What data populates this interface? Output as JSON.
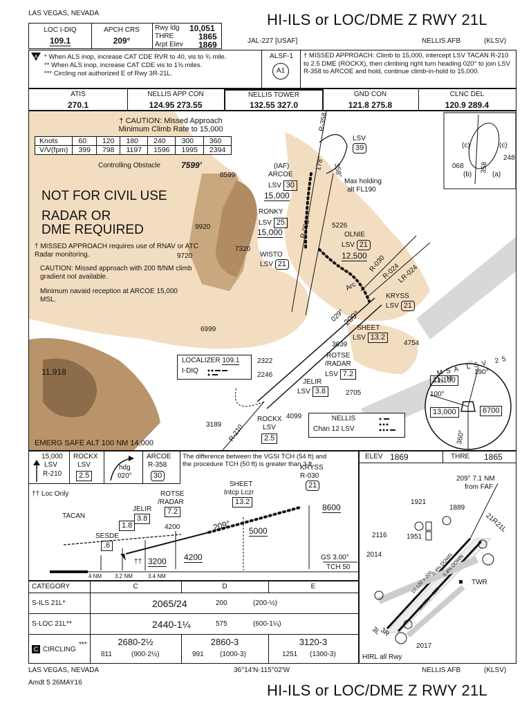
{
  "header": {
    "location": "LAS VEGAS, NEVADA",
    "title": "HI-ILS or LOC/DME Z RWY 21L",
    "chart_id": "JAL-227 [USAF]",
    "airport": "NELLIS AFB",
    "airport_code": "(KLSV)"
  },
  "briefing": {
    "loc_label": "LOC I-DIQ",
    "loc_freq": "109.1",
    "apch_crs_label": "APCH CRS",
    "apch_crs": "209°",
    "rwy_ldg_label": "Rwy ldg",
    "rwy_ldg": "10,051",
    "thre_label": "THRE",
    "thre": "1865",
    "arpt_elev_label": "Arpt Elev",
    "arpt_elev": "1869"
  },
  "notes": {
    "note1": "* When ALS inop, increase CAT CDE RVR to 40, vis to ¾ mile.",
    "note2": "** When ALS inop, increase CAT CDE vis to 1⅝ miles.",
    "note3": "*** Circling not authorized E of Rwy 3R-21L.",
    "alsf": "ALSF-1",
    "alsf_badge": "A1",
    "missed_approach": "† MISSED APPROACH: Climb to 15,000, intercept LSV TACAN R-210 to 2.5 DME (ROCKX), then climbing right turn heading 020° to join LSV R-358 to ARCOE and hold, continue climb-in-hold to 15,000."
  },
  "comms": [
    {
      "label": "ATIS",
      "freq": "270.1"
    },
    {
      "label": "NELLIS APP CON",
      "freq": "124.95  273.55"
    },
    {
      "label": "NELLIS TOWER",
      "freq": "132.55  327.0"
    },
    {
      "label": "GND CON",
      "freq": "121.8  275.8"
    },
    {
      "label": "CLNC DEL",
      "freq": "120.9  289.4"
    }
  ],
  "plan": {
    "caution_title": "† CAUTION: Missed Approach",
    "caution_sub": "Minimum Climb Rate to 15,000",
    "climb_table": {
      "row_labels": [
        "Knots",
        "V/V(fpm)"
      ],
      "knots": [
        "60",
        "120",
        "180",
        "240",
        "300",
        "360"
      ],
      "fpm": [
        "399",
        "798",
        "1197",
        "1596",
        "1995",
        "2394"
      ]
    },
    "obstacle_label": "Controlling Obstacle",
    "obstacle_value": "7599'",
    "not_civil": "NOT FOR CIVIL USE",
    "radar1": "RADAR OR",
    "radar2": "DME REQUIRED",
    "ma_note": "† MISSED APPROACH requires use of RNAV or ATC Radar monitoring.",
    "caution_note": "CAUTION: Missed approach with 200 ft/NM climb gradient not available.",
    "navaid_note": "Minimum navaid reception at ARCOE 15,000 MSL.",
    "emerg_safe": "EMERG SAFE ALT 100 NM 14,000",
    "elevations": [
      "8599",
      "9920",
      "9720",
      "7320",
      "5226",
      "6999",
      "11,918",
      "4754",
      "3639",
      "2322",
      "2246",
      "2705",
      "4099",
      "3189"
    ],
    "fixes": {
      "iaf": "(IAF)",
      "arcoe": "ARCOE",
      "arcoe_dme": "30",
      "arcoe_alt": "15,000",
      "ronky": "RONKY",
      "ronky_dme": "25",
      "ronky_alt": "15,000",
      "olnie": "OLNIE",
      "olnie_dme": "21",
      "olnie_alt": "12,500",
      "wisto": "WISTO",
      "wisto_dme": "21",
      "kryss": "KRYSS",
      "kryss_dme": "21",
      "sheet": "SHEET",
      "sheet_dme": "13.2",
      "rotse": "ROTSE",
      "radar": "/RADAR",
      "rotse_dme": "7.2",
      "jelir": "JELIR",
      "jelir_dme": "3.8",
      "rockx": "ROCKX",
      "rockx_dme": "2.5",
      "lsv": "LSV",
      "lsv_39": "39",
      "lsv_21": "21"
    },
    "hold_note1": "Max holding",
    "hold_note2": "alt FL190",
    "radials": [
      "R-358",
      "178°",
      "358°",
      "R-003",
      "R-024",
      "R-030",
      "LR-024",
      "029°",
      "209°",
      "Arc",
      "R-210"
    ],
    "localizer_label": "LOCALIZER",
    "localizer_freq": "109.1",
    "localizer_id": "I-DIQ",
    "nellis_label": "NELLIS",
    "nellis_chan": "Chan 12  LSV",
    "msa_label": "MSA LSV 25 NM",
    "msa_values": [
      "11,100",
      "6700",
      "13,000"
    ],
    "msa_radials": [
      "190°",
      "100°",
      "360°"
    ],
    "inset": {
      "a": "(a)",
      "b": "(b)",
      "c1": "(c)",
      "c2": "(c)",
      "r068": "068",
      "r248": "248",
      "r358": "358"
    }
  },
  "profile": {
    "ma_alt": "15,000",
    "ma_rockx": "ROCKX",
    "ma_lsv": "LSV",
    "ma_radial": "R-210",
    "ma_rockx_dme": "2.5",
    "ma_hdg": "hdg",
    "ma_hdg_val": "020°",
    "ma_arcoe": "ARCOE",
    "ma_arcoe_radial": "R-358",
    "ma_arcoe_dme": "30",
    "vgsi_note": "The difference between the VGSI TCH (54 ft) and the procedure TCH (50 ft) is greater than 3 ft.",
    "loc_only": "†† Loc Only",
    "tacan": "TACAN",
    "sesde": "SESDE",
    "sesde_dme": ".6",
    "jelir": "JELIR",
    "jelir_dme": "3.8",
    "dme_18": "1.8",
    "rotse": "ROTSE",
    "radar": "/RADAR",
    "rotse_dme": "7.2",
    "alt_4200_top": "4200",
    "sheet": "SHEET",
    "intcp": "Intcp Lczr",
    "sheet_dme": "13.2",
    "kryss": "KRYSS",
    "kryss_radial": "R-030",
    "kryss_dme": "21",
    "alt_8600": "8600",
    "alt_5000": "5000",
    "alt_4200": "4200",
    "alt_3200": "3200",
    "crs": "209°",
    "gs": "GS 3.00°",
    "tch": "TCH 50",
    "dist": [
      "4 NM",
      "3.2 NM",
      "3.4 NM"
    ],
    "dagger": "††"
  },
  "airport_diagram": {
    "elev_label": "ELEV",
    "elev": "1869",
    "thre_label": "THRE",
    "thre": "1865",
    "faf_note1": "209° 7.1 NM",
    "faf_note2": "from FAF",
    "rwy_21r": "21R",
    "rwy_21l": "21L",
    "rwy_3l": "3L",
    "rwy_3r": "3R",
    "obstacles": [
      "1921",
      "1889",
      "2116",
      "1951",
      "2014",
      "2017"
    ],
    "twr": "TWR",
    "hirl": "HIRL all Rwy",
    "dims1": "10,120 × 200",
    "dims2": "10,051 × 150",
    "down1": "0.4% DOWN",
    "down2": "0.4% DOWN"
  },
  "minimums": {
    "headers": [
      "CATEGORY",
      "C",
      "D",
      "E"
    ],
    "rows": [
      {
        "label": "S-ILS 21L*",
        "cde": "2065/24",
        "hat": "200",
        "paren": "(200-½)"
      },
      {
        "label": "S-LOC 21L**",
        "cde": "2440-1¼",
        "hat": "575",
        "paren": "(600-1¼)"
      }
    ],
    "circling": {
      "label": "CIRCLING",
      "stars": "***",
      "c_main": "2680-2½",
      "c_sub": "811",
      "c_paren": "(900-2½)",
      "d_main": "2860-3",
      "d_sub": "991",
      "d_paren": "(1000-3)",
      "e_main": "3120-3",
      "e_sub": "1251",
      "e_paren": "(1300-3)"
    }
  },
  "footer": {
    "location": "LAS VEGAS, NEVADA",
    "coords": "36°14'N-115°02'W",
    "airport": "NELLIS AFB",
    "airport_code": "(KLSV)",
    "amdt": "Amdt 5  26MAY16",
    "title": "HI-ILS or LOC/DME Z RWY 21L"
  }
}
